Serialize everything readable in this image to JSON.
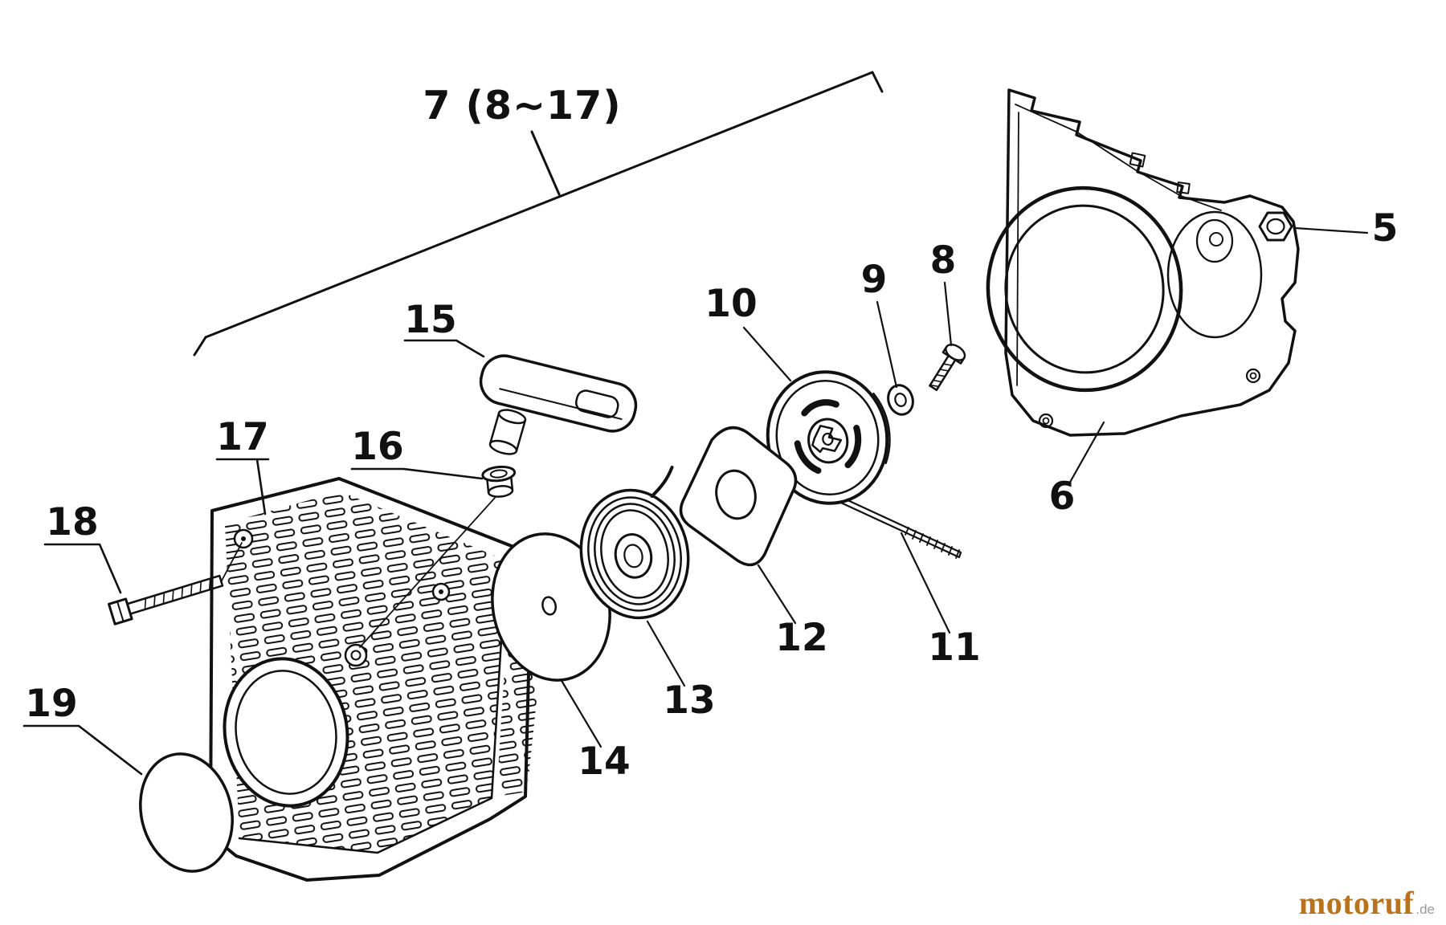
{
  "page": {
    "background_color": "#ffffff",
    "line_color": "#111111"
  },
  "labels": {
    "assembly": "7 (8~17)",
    "p5": "5",
    "p6": "6",
    "p8": "8",
    "p9": "9",
    "p10": "10",
    "p11": "11",
    "p12": "12",
    "p13": "13",
    "p14": "14",
    "p15": "15",
    "p16": "16",
    "p17": "17",
    "p18": "18",
    "p19": "19"
  },
  "watermark": {
    "brand": "motoruf",
    "tld": ".de",
    "brand_color": "#b9731d",
    "tld_color": "#9a9a9a"
  }
}
